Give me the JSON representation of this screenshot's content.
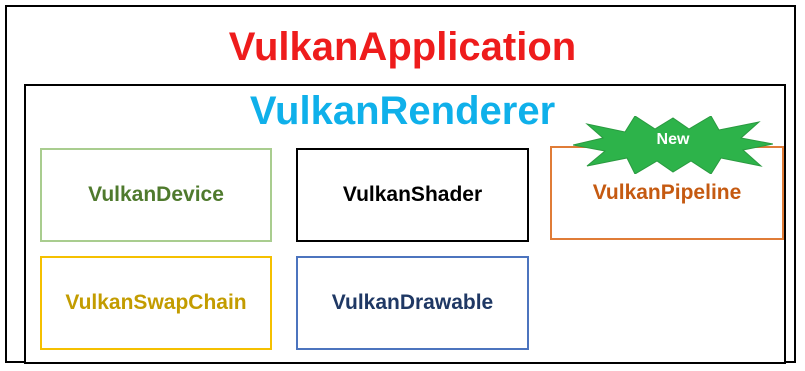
{
  "application": {
    "title": "VulkanApplication",
    "title_color": "#ee1c1c"
  },
  "renderer": {
    "title": "VulkanRenderer",
    "title_color": "#0fb0ea"
  },
  "components": [
    {
      "id": "device",
      "label": "VulkanDevice",
      "border_color": "#a9cd8f",
      "text_color": "#4f7a2d"
    },
    {
      "id": "shader",
      "label": "VulkanShader",
      "border_color": "#000000",
      "text_color": "#000000"
    },
    {
      "id": "pipeline",
      "label": "VulkanPipeline",
      "border_color": "#e07c37",
      "text_color": "#c55a11"
    },
    {
      "id": "swapchain",
      "label": "VulkanSwapChain",
      "border_color": "#f5c000",
      "text_color": "#c39c00"
    },
    {
      "id": "drawable",
      "label": "VulkanDrawable",
      "border_color": "#4c74be",
      "text_color": "#1f3864"
    }
  ],
  "badge": {
    "label": "New",
    "fill_color": "#2db34a",
    "shape": "starburst"
  }
}
